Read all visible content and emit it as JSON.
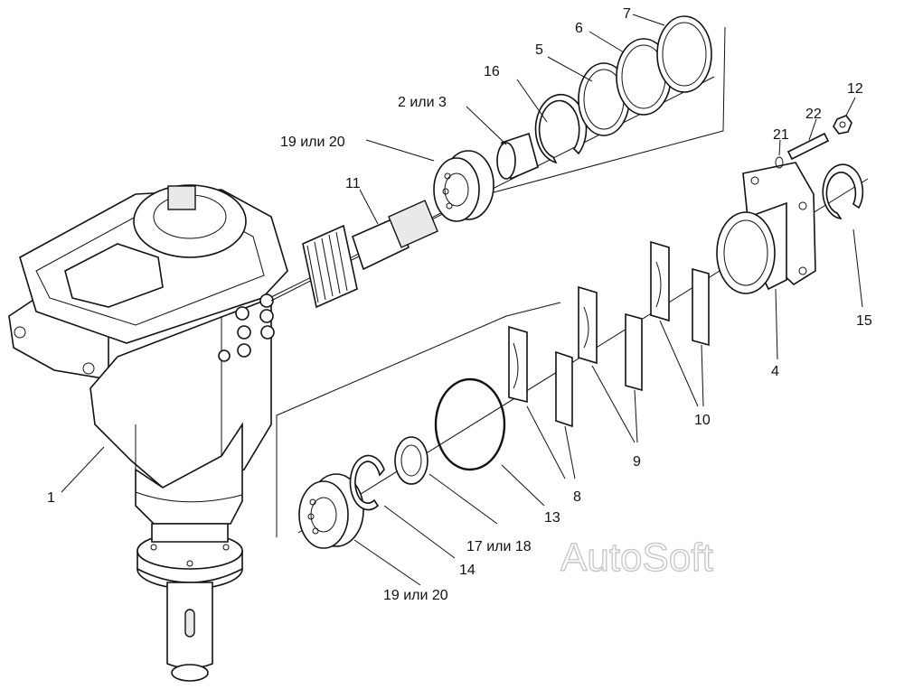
{
  "watermark": "AutoSoft",
  "callouts": {
    "c1": "1",
    "c2": "2 или 3",
    "c4": "4",
    "c5": "5",
    "c6": "6",
    "c7": "7",
    "c8": "8",
    "c9": "9",
    "c10": "10",
    "c11": "11",
    "c12": "12",
    "c13": "13",
    "c14": "14",
    "c15": "15",
    "c16": "16",
    "c17": "17 или 18",
    "c19a": "19 или 20",
    "c19b": "19 или 20",
    "c21": "21",
    "c22": "22"
  }
}
